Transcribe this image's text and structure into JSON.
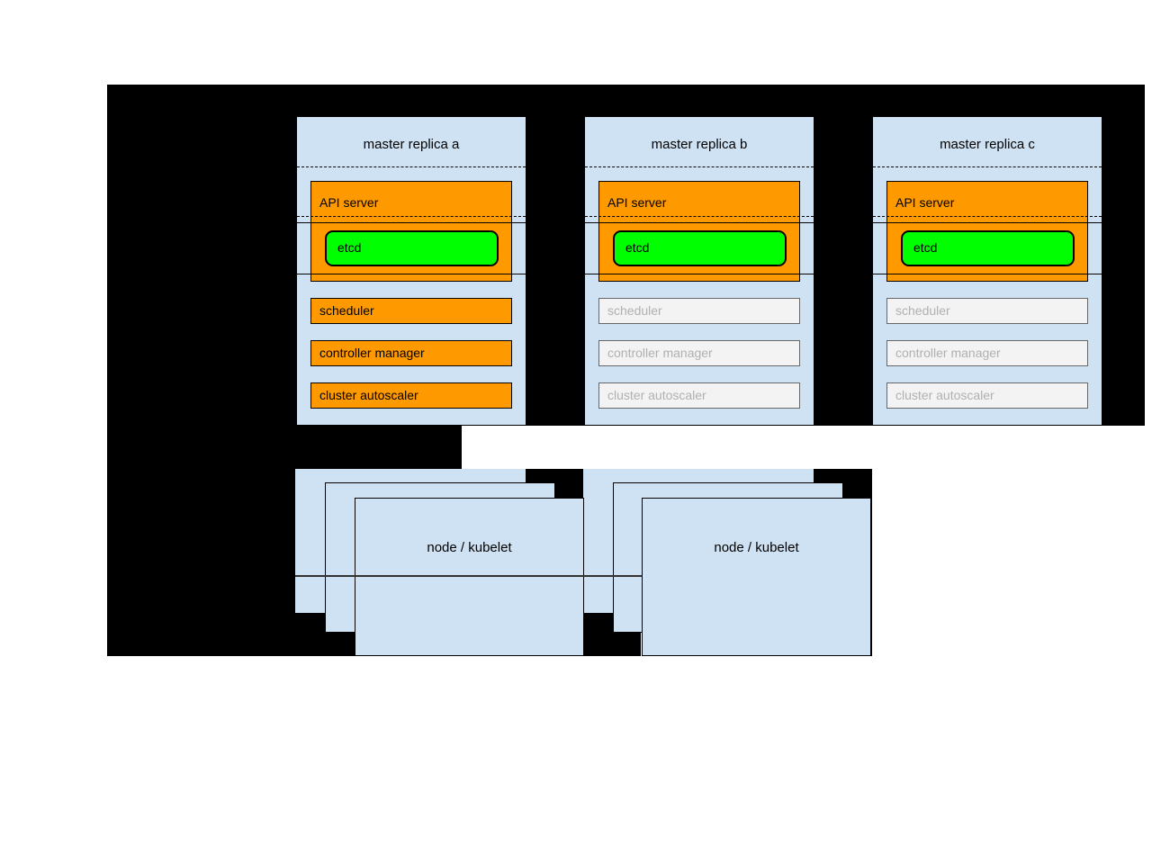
{
  "diagram": {
    "replicas": [
      {
        "title": "master replica a",
        "api_server_label": "API server",
        "etcd_label": "etcd",
        "components": [
          {
            "label": "scheduler",
            "state": "active"
          },
          {
            "label": "controller manager",
            "state": "active"
          },
          {
            "label": "cluster autoscaler",
            "state": "active"
          }
        ]
      },
      {
        "title": "master replica b",
        "api_server_label": "API server",
        "etcd_label": "etcd",
        "components": [
          {
            "label": "scheduler",
            "state": "inactive"
          },
          {
            "label": "controller manager",
            "state": "inactive"
          },
          {
            "label": "cluster autoscaler",
            "state": "inactive"
          }
        ]
      },
      {
        "title": "master replica c",
        "api_server_label": "API server",
        "etcd_label": "etcd",
        "components": [
          {
            "label": "scheduler",
            "state": "inactive"
          },
          {
            "label": "controller manager",
            "state": "inactive"
          },
          {
            "label": "cluster autoscaler",
            "state": "inactive"
          }
        ]
      }
    ],
    "node_groups": [
      {
        "label": "node / kubelet"
      },
      {
        "label": "node / kubelet"
      }
    ],
    "colors": {
      "canvas_background": "#000000",
      "page_background": "#ffffff",
      "panel_fill": "#cfe2f3",
      "active_fill": "#ff9900",
      "etcd_fill": "#00ff00",
      "inactive_fill": "#f3f3f3",
      "inactive_border": "#666666",
      "inactive_text": "#b0b0b0"
    }
  }
}
